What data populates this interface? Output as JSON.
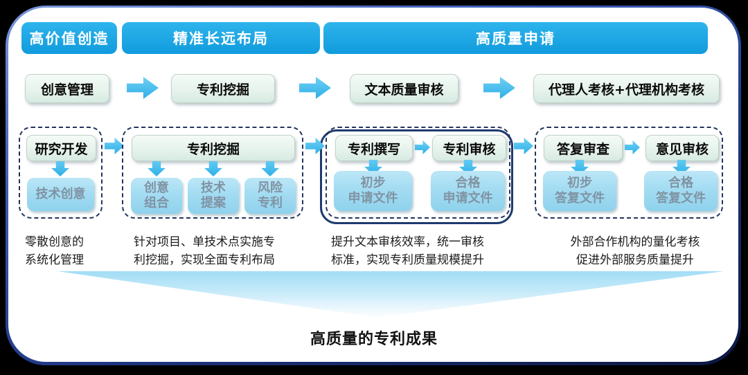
{
  "stages": {
    "s1": "高价值创造",
    "s2": "精准长远布局",
    "s3": "高质量申请"
  },
  "flow": {
    "f1": "创意管理",
    "f2": "专利挖掘",
    "f3": "文本质量审核",
    "f4": "代理人考核+代理机构考核"
  },
  "groups": {
    "g1": {
      "header": "研究开发",
      "output": "技术创意",
      "note": "零散创意的\n系统化管理"
    },
    "g2": {
      "header": "专利挖掘",
      "out1": "创意\n组合",
      "out2": "技术\n提案",
      "out3": "风险\n专利",
      "note": "针对项目、单技术点实施专\n利挖掘，实现全面专利布局"
    },
    "g3": {
      "head1": "专利撰写",
      "head2": "专利审核",
      "out1": "初步\n申请文件",
      "out2": "合格\n申请文件",
      "note": "提升文本审核效率，统一审核\n标准，实现专利质量规模提升"
    },
    "g4": {
      "head1": "答复审查",
      "head2": "意见审核",
      "out1": "初步\n答复文件",
      "out2": "合格\n答复文件",
      "note": "外部合作机构的量化考核\n促进外部服务质量提升"
    }
  },
  "footer": {
    "result": "高质量的专利成果"
  },
  "colors": {
    "stage_bar": "#14a3e4",
    "flow_arrow": "#45bfee",
    "sub_box": "#a3dcf2",
    "dashed_border": "#22335c",
    "accent_border": "#1e3a6e",
    "panel_border_top": "#7b97dd",
    "panel_border_bottom": "#0b1740",
    "funnel": "#a2ddf5"
  }
}
